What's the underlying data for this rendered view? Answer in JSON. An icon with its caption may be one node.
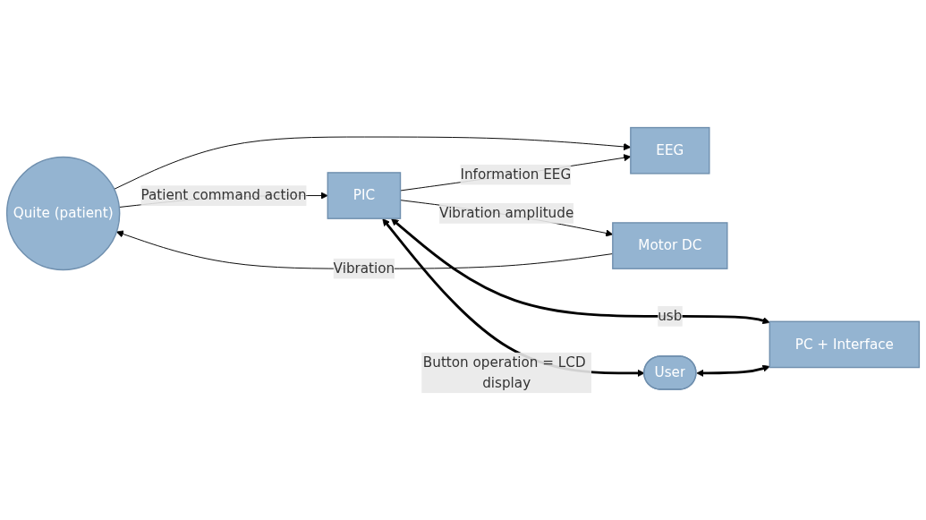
{
  "diagram": {
    "nodes": [
      {
        "text": [
          "Quite (patient)"
        ]
      },
      {
        "text": [
          "EEG"
        ]
      },
      {
        "text": [
          "PIC"
        ]
      },
      {
        "text": [
          "Motor DC"
        ]
      },
      {
        "text": [
          "User"
        ]
      },
      {
        "text": [
          "PC + Interface"
        ]
      }
    ],
    "edges": [
      {
        "from": 0,
        "to": 1,
        "arrow": "to"
      },
      {
        "from": 2,
        "to": 1,
        "arrow": "to",
        "label": "Information EEG"
      },
      {
        "from": 0,
        "to": 2,
        "arrow": "to",
        "label": "Patient command action"
      },
      {
        "from": 2,
        "to": 3,
        "arrow": "to",
        "label": "Vibration amplitude"
      },
      {
        "from": 3,
        "to": 0,
        "arrow": "to",
        "label": "Vibration"
      },
      {
        "from": 2,
        "to": 4,
        "arrow": "both",
        "label": "Button operation = LCD display",
        "style": "thick"
      },
      {
        "from": 2,
        "to": 5,
        "arrow": "both",
        "label": "usb",
        "style": "thick"
      },
      {
        "from": 4,
        "to": 5,
        "arrow": "both",
        "style": "thick"
      }
    ]
  }
}
